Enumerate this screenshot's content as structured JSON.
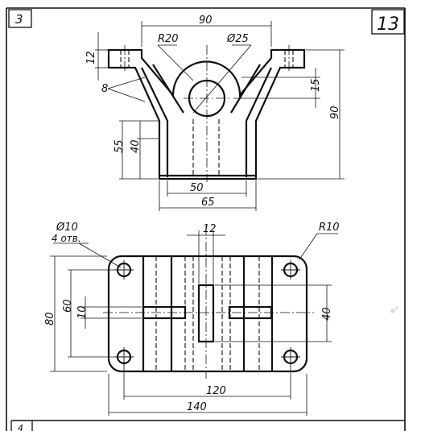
{
  "sheet": {
    "variant_number": "3",
    "card_number": "13",
    "bottom_number": "4"
  },
  "top_view": {
    "dim_width_top": "90",
    "dim_radius": "R20",
    "dim_hole_diameter": "Ø25",
    "dim_flange_thickness": "12",
    "dim_wall": "8",
    "dim_height_55": "55",
    "dim_height_40": "40",
    "dim_right_15": "15",
    "dim_height_total": "90",
    "dim_base_inner": "50",
    "dim_base_outer": "65"
  },
  "bottom_view": {
    "dim_hole_callout_line1": "Ø10",
    "dim_hole_callout_line2": "4 отв.",
    "dim_center_slot": "12",
    "dim_corner_radius": "R10",
    "dim_height_80": "80",
    "dim_height_60": "60",
    "dim_slot_10": "10",
    "dim_right_40": "40",
    "dim_width_120": "120",
    "dim_width_140": "140"
  }
}
